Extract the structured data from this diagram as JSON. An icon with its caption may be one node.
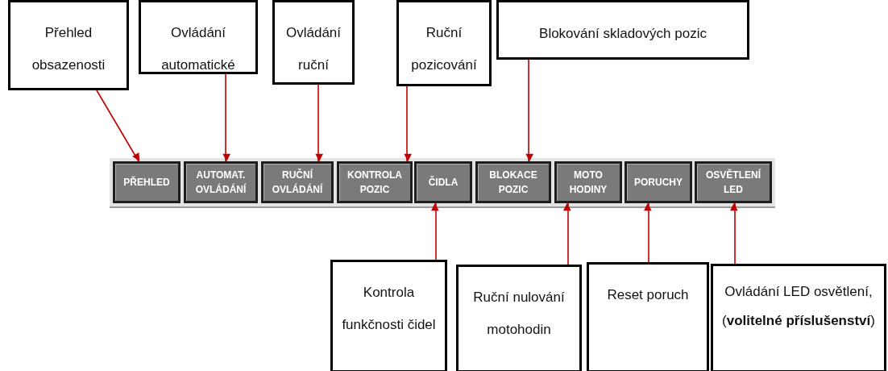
{
  "diagram": {
    "nodes": [
      {
        "text": [
          "Přehled obsazenosti"
        ]
      },
      {
        "text": [
          "Ovládání automatické"
        ]
      },
      {
        "text": [
          "Ovládání ruční"
        ]
      },
      {
        "text": [
          "Ruční pozicování"
        ]
      },
      {
        "text": [
          "Blokování skladových pozic"
        ]
      },
      {
        "text": [
          "PŘEHLED"
        ]
      },
      {
        "text": [
          "AUTOMAT. OVLÁDÁNÍ"
        ]
      },
      {
        "text": [
          "RUČNÍ OVLÁDÁNÍ"
        ]
      },
      {
        "text": [
          "KONTROLA POZIC"
        ]
      },
      {
        "text": [
          "ČIDLA"
        ]
      },
      {
        "text": [
          "BLOKACE POZIC"
        ]
      },
      {
        "text": [
          "MOTO HODINY"
        ]
      },
      {
        "text": [
          "PORUCHY"
        ]
      },
      {
        "text": [
          "OSVĚTLENÍ LED"
        ]
      },
      {
        "text": [
          "Kontrola funkčnosti čidel"
        ]
      },
      {
        "text": [
          "Ruční nulování motohodin"
        ]
      },
      {
        "text": [
          "Reset poruch"
        ]
      },
      {
        "text": [
          "Ovládání LED osvětlení, (**volitelné příslušenství**)"
        ]
      }
    ],
    "edges": [
      {
        "from": 0,
        "to": 5,
        "arrow": "to"
      },
      {
        "from": 1,
        "to": 6,
        "arrow": "to"
      },
      {
        "from": 2,
        "to": 7,
        "arrow": "to"
      },
      {
        "from": 3,
        "to": 8,
        "arrow": "to"
      },
      {
        "from": 4,
        "to": 10,
        "arrow": "to"
      },
      {
        "from": 14,
        "to": 9,
        "arrow": "to"
      },
      {
        "from": 15,
        "to": 11,
        "arrow": "to"
      },
      {
        "from": 16,
        "to": 12,
        "arrow": "to"
      },
      {
        "from": 17,
        "to": 13,
        "arrow": "to"
      }
    ]
  }
}
